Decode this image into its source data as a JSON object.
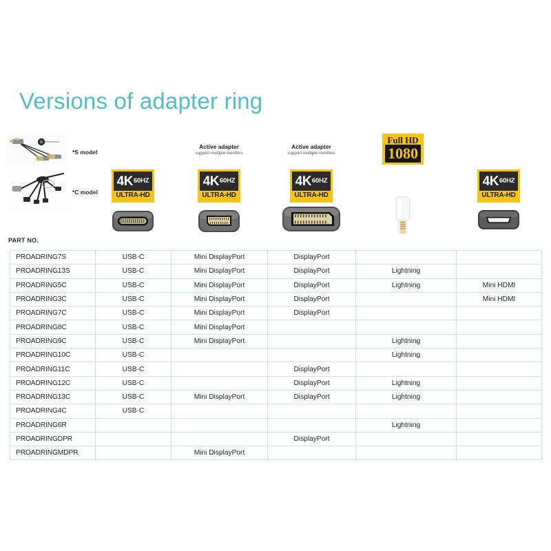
{
  "title": "Versions of adapter ring",
  "accent_color": "#4FBFC4",
  "badge_yellow": "#F6C414",
  "grid_color": "#CFE4E6",
  "models": [
    {
      "label": "*S model",
      "photo_name": "s-model-adapter-ring-photo"
    },
    {
      "label": "*C model",
      "photo_name": "c-model-adapter-ring-photo"
    }
  ],
  "columns": [
    {
      "key": "part",
      "header": "PART NO.",
      "badge": null,
      "note_title": null,
      "note_sub": null,
      "connector_icon": null
    },
    {
      "key": "usbc",
      "header": "USB-C",
      "badge": {
        "type": "4k",
        "big": "4K",
        "small": "60HZ",
        "ultra": "ULTRA-HD"
      },
      "note_title": null,
      "note_sub": null,
      "connector_icon": "usb-c-connector-icon"
    },
    {
      "key": "mdp",
      "header": "Mini DisplayPort",
      "badge": {
        "type": "4k",
        "big": "4K",
        "small": "60HZ",
        "ultra": "ULTRA-HD"
      },
      "note_title": "Active adapter",
      "note_sub": "support multiple monitors",
      "connector_icon": "mini-displayport-connector-icon"
    },
    {
      "key": "dp",
      "header": "DisplayPort",
      "badge": {
        "type": "4k",
        "big": "4K",
        "small": "60HZ",
        "ultra": "ULTRA-HD"
      },
      "note_title": "Active adapter",
      "note_sub": "support multiple monitors",
      "connector_icon": "displayport-connector-icon"
    },
    {
      "key": "lightning",
      "header": "Lightning",
      "badge": {
        "type": "fullhd",
        "top": "Full HD",
        "num": "1080"
      },
      "note_title": null,
      "note_sub": null,
      "connector_icon": "lightning-connector-icon"
    },
    {
      "key": "mhdmi",
      "header": "Mini HDMI",
      "badge": {
        "type": "4k",
        "big": "4K",
        "small": "60HZ",
        "ultra": "ULTRA-HD"
      },
      "note_title": null,
      "note_sub": null,
      "connector_icon": "mini-hdmi-connector-icon"
    }
  ],
  "table": {
    "columns": [
      "PART NO.",
      "USB-C",
      "Mini DisplayPort",
      "DisplayPort",
      "Lightning",
      "Mini HDMI"
    ],
    "rows": [
      {
        "part": "PROADRING7S",
        "usbc": "USB-C",
        "mdp": "Mini DisplayPort",
        "dp": "DisplayPort",
        "lightning": "",
        "mhdmi": ""
      },
      {
        "part": "PROADRING13S",
        "usbc": "USB-C",
        "mdp": "Mini DisplayPort",
        "dp": "DisplayPort",
        "lightning": "Lightning",
        "mhdmi": ""
      },
      {
        "part": "PROADRING5C",
        "usbc": "USB-C",
        "mdp": "Mini DisplayPort",
        "dp": "DisplayPort",
        "lightning": "Lightning",
        "mhdmi": "Mini HDMI"
      },
      {
        "part": "PROADRING3C",
        "usbc": "USB-C",
        "mdp": "Mini DisplayPort",
        "dp": "DisplayPort",
        "lightning": "",
        "mhdmi": "Mini HDMI"
      },
      {
        "part": "PROADRING7C",
        "usbc": "USB-C",
        "mdp": "Mini DisplayPort",
        "dp": "DisplayPort",
        "lightning": "",
        "mhdmi": ""
      },
      {
        "part": "PROADRING8C",
        "usbc": "USB-C",
        "mdp": "Mini DisplayPort",
        "dp": "",
        "lightning": "",
        "mhdmi": ""
      },
      {
        "part": "PROADRING9C",
        "usbc": "USB-C",
        "mdp": "Mini DisplayPort",
        "dp": "",
        "lightning": "Lightning",
        "mhdmi": ""
      },
      {
        "part": "PROADRING10C",
        "usbc": "USB-C",
        "mdp": "",
        "dp": "",
        "lightning": "Lightning",
        "mhdmi": ""
      },
      {
        "part": "PROADRING11C",
        "usbc": "USB-C",
        "mdp": "",
        "dp": "DisplayPort",
        "lightning": "",
        "mhdmi": ""
      },
      {
        "part": "PROADRING12C",
        "usbc": "USB-C",
        "mdp": "",
        "dp": "DisplayPort",
        "lightning": "Lightning",
        "mhdmi": ""
      },
      {
        "part": "PROADRING13C",
        "usbc": "USB-C",
        "mdp": "Mini DisplayPort",
        "dp": "DisplayPort",
        "lightning": "Lightning",
        "mhdmi": ""
      },
      {
        "part": "PROADRING4C",
        "usbc": "USB-C",
        "mdp": "",
        "dp": "",
        "lightning": "",
        "mhdmi": ""
      },
      {
        "part": "PROADRING6R",
        "usbc": "",
        "mdp": "",
        "dp": "",
        "lightning": "Lightning",
        "mhdmi": ""
      },
      {
        "part": "PROADRINGDPR",
        "usbc": "",
        "mdp": "",
        "dp": "DisplayPort",
        "lightning": "",
        "mhdmi": ""
      },
      {
        "part": "PROADRINGMDPR",
        "usbc": "",
        "mdp": "Mini DisplayPort",
        "dp": "",
        "lightning": "",
        "mhdmi": ""
      }
    ]
  }
}
